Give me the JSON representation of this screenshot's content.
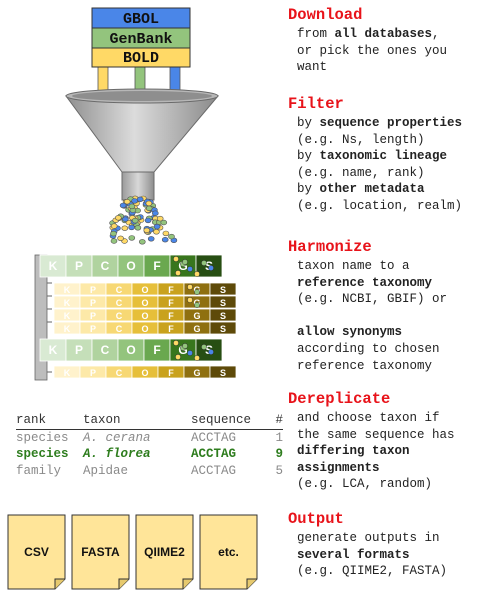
{
  "databases": [
    "GBOL",
    "GenBank",
    "BOLD"
  ],
  "database_colors": [
    "#4a86e8",
    "#93c47d",
    "#ffd966"
  ],
  "ranks": [
    "K",
    "P",
    "C",
    "O",
    "F",
    "G",
    "S"
  ],
  "steps": [
    {
      "title": "Download",
      "lines": [
        [
          {
            "t": "from "
          },
          {
            "t": "all databases",
            "b": true
          },
          {
            "t": ","
          }
        ],
        [
          {
            "t": "or pick the ones you"
          }
        ],
        [
          {
            "t": "want"
          }
        ]
      ]
    },
    {
      "title": "Filter",
      "lines": [
        [
          {
            "t": "by "
          },
          {
            "t": "sequence properties",
            "b": true
          }
        ],
        [
          {
            "t": "(e.g. Ns, length)"
          }
        ],
        [
          {
            "t": "by "
          },
          {
            "t": "taxonomic lineage",
            "b": true
          }
        ],
        [
          {
            "t": "(e.g. name, rank)"
          }
        ],
        [
          {
            "t": "by "
          },
          {
            "t": "other metadata",
            "b": true
          }
        ],
        [
          {
            "t": "(e.g. location, realm)"
          }
        ]
      ]
    },
    {
      "title": "Harmonize",
      "lines": [
        [
          {
            "t": "taxon name to a"
          }
        ],
        [
          {
            "t": "reference taxonomy",
            "b": true
          }
        ],
        [
          {
            "t": "(e.g. NCBI, GBIF) or"
          }
        ],
        [
          {
            "t": ""
          }
        ],
        [
          {
            "t": "allow synonyms",
            "b": true
          }
        ],
        [
          {
            "t": "according to chosen"
          }
        ],
        [
          {
            "t": "reference taxonomy"
          }
        ]
      ]
    },
    {
      "title": "Dereplicate",
      "lines": [
        [
          {
            "t": "and choose taxon if"
          }
        ],
        [
          {
            "t": "the same sequence has"
          }
        ],
        [
          {
            "t": "differing taxon",
            "b": true
          }
        ],
        [
          {
            "t": "assignments",
            "b": true
          }
        ],
        [
          {
            "t": "(e.g. LCA, random)"
          }
        ]
      ]
    },
    {
      "title": "Output",
      "lines": [
        [
          {
            "t": "generate outputs in"
          }
        ],
        [
          {
            "t": "several formats",
            "b": true
          }
        ],
        [
          {
            "t": "(e.g. QIIME2, FASTA)"
          }
        ]
      ]
    }
  ],
  "table": {
    "headers": [
      "rank",
      "taxon",
      "sequence",
      "#"
    ],
    "rows": [
      {
        "rank": "species",
        "taxon": "A. cerana",
        "sequence": "ACCTAG",
        "count": "1",
        "style": "grey"
      },
      {
        "rank": "species",
        "taxon": "A. florea",
        "sequence": "ACCTAG",
        "count": "9",
        "style": "green"
      },
      {
        "rank": "family",
        "taxon": "Apidae",
        "sequence": "ACCTAG",
        "count": "5",
        "style": "grey"
      }
    ]
  },
  "outputs": [
    "CSV",
    "FASTA",
    "QIIME2",
    "etc."
  ]
}
